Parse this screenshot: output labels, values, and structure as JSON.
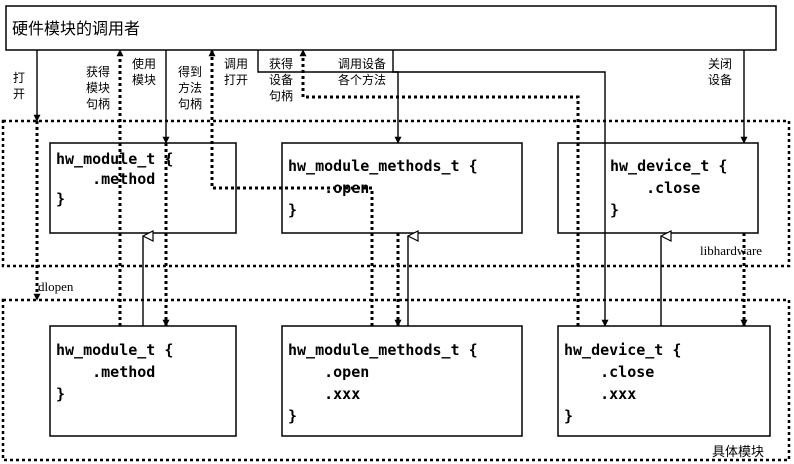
{
  "caller": {
    "title": "硬件模块的调用者"
  },
  "regions": {
    "libhardware": "libhardware",
    "module": "具体模块",
    "dlopen": "dlopen"
  },
  "arrow_labels": {
    "open": [
      "打",
      "开"
    ],
    "get_module_handle": [
      "获得",
      "模块",
      "句柄"
    ],
    "use_module": [
      "使用",
      "模块"
    ],
    "get_method_handle": [
      "得到",
      "方法",
      "句柄"
    ],
    "call_open": [
      "调用",
      "打开"
    ],
    "get_device_handle": [
      "获得",
      "设备",
      "句柄"
    ],
    "call_device_methods": [
      "调用设备",
      "各个方法"
    ],
    "close_device": [
      "关闭",
      "设备"
    ]
  },
  "lib_boxes": {
    "module": [
      "hw_module_t {",
      "    .method",
      "}"
    ],
    "methods": [
      "hw_module_methods_t {",
      "    .open",
      "}"
    ],
    "device": [
      "hw_device_t {",
      "    .close",
      "}"
    ]
  },
  "impl_boxes": {
    "module": [
      "hw_module_t {",
      "    .method",
      "}"
    ],
    "methods": [
      "hw_module_methods_t {",
      "    .open",
      "    .xxx",
      "}"
    ],
    "device": [
      "hw_device_t {",
      "    .close",
      "    .xxx",
      "}"
    ]
  }
}
